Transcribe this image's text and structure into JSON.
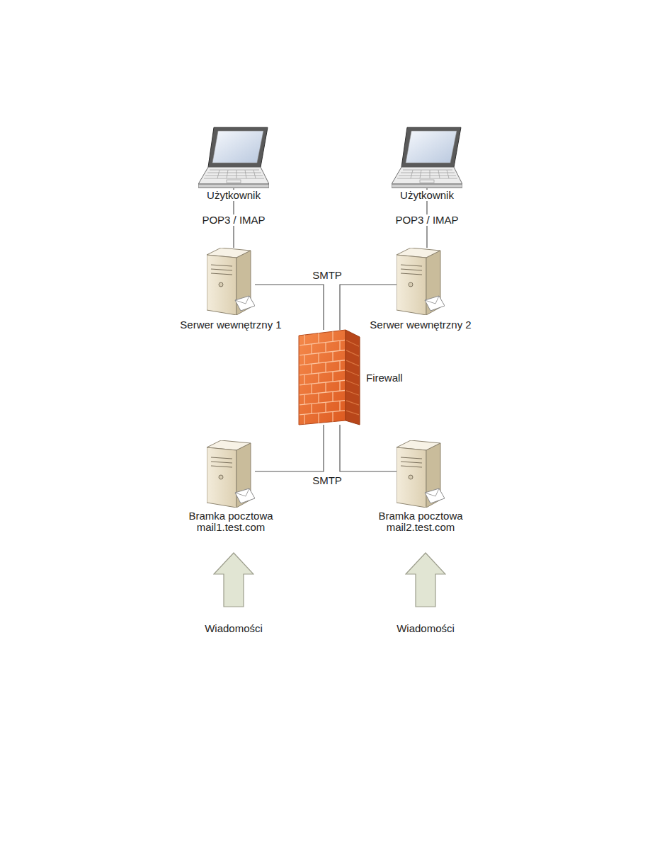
{
  "diagram": {
    "nodes": [
      {
        "text": [
          "Użytkownik"
        ]
      },
      {
        "text": [
          "Użytkownik"
        ]
      },
      {
        "text": [
          "Serwer wewnętrzny 1"
        ]
      },
      {
        "text": [
          "Serwer wewnętrzny 2"
        ]
      },
      {
        "text": [
          "Firewall"
        ]
      },
      {
        "text": [
          "Bramka pocztowa mail1.test.com"
        ]
      },
      {
        "text": [
          "Bramka pocztowa mail2.test.com"
        ]
      }
    ],
    "edges": [
      {
        "from": 0,
        "to": 2,
        "label": "POP3 / IMAP",
        "arrow": "none"
      },
      {
        "from": 1,
        "to": 3,
        "label": "POP3 / IMAP",
        "arrow": "none"
      },
      {
        "from": 2,
        "to": 4,
        "label": "SMTP",
        "arrow": "none"
      },
      {
        "from": 3,
        "to": 4,
        "arrow": "none"
      },
      {
        "from": 5,
        "to": 4,
        "label": "SMTP",
        "arrow": "none"
      },
      {
        "from": 6,
        "to": 4,
        "arrow": "none"
      }
    ],
    "labels": [
      "Wiadomości",
      "Wiadomości"
    ]
  }
}
